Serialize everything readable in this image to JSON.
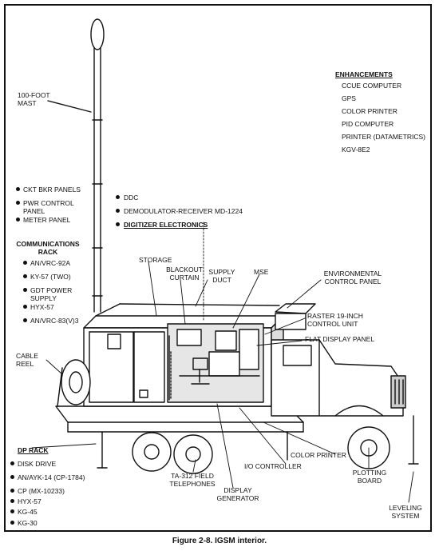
{
  "figure": {
    "caption": "Figure 2-8.  IGSM interior."
  },
  "enhancements": {
    "heading": "ENHANCEMENTS",
    "items": [
      "CCUE COMPUTER",
      "GPS",
      "COLOR PRINTER",
      "PID COMPUTER",
      "PRINTER (DATAMETRICS)",
      "KGV-8E2"
    ]
  },
  "labels": {
    "mast": "100-FOOT MAST",
    "ckt_bkr": "CKT BKR PANELS",
    "pwr_control": "PWR CONTROL PANEL",
    "meter_panel": "METER PANEL",
    "ddc": "DDC",
    "demod": "DEMODULATOR-RECEIVER MD-1224",
    "digitizer": "DIGITIZER ELECTRONICS",
    "storage": "STORAGE",
    "blackout": "BLACKOUT CURTAIN",
    "supply_duct": "SUPPLY DUCT",
    "mse": "MSE",
    "env_control": "ENVIRONMENTAL CONTROL PANEL",
    "raster": "RASTER 19-INCH CONTROL UNIT",
    "flat_display": "FLAT DISPLAY PANEL",
    "cable_reel": "CABLE REEL",
    "color_printer": "COLOR PRINTER",
    "io_controller": "I/O CONTROLLER",
    "field_phones": "TA-312 FIELD TELEPHONES",
    "display_gen": "DISPLAY GENERATOR",
    "plotting_board": "PLOTTING BOARD",
    "leveling": "LEVELING SYSTEM"
  },
  "comms_rack": {
    "heading": "COMMUNICATIONS RACK",
    "items": [
      "AN/VRC-92A",
      "KY-57 (TWO)",
      "GDT POWER SUPPLY",
      "HYX-57",
      "AN/VRC-83(V)3"
    ]
  },
  "dp_rack": {
    "heading": "DP RACK",
    "items": [
      "DISK DRIVE",
      "AN/AYK-14 (CP-1784)",
      "CP (MX-10233)",
      "HYX-57",
      "KG-45",
      "KG-30"
    ]
  }
}
